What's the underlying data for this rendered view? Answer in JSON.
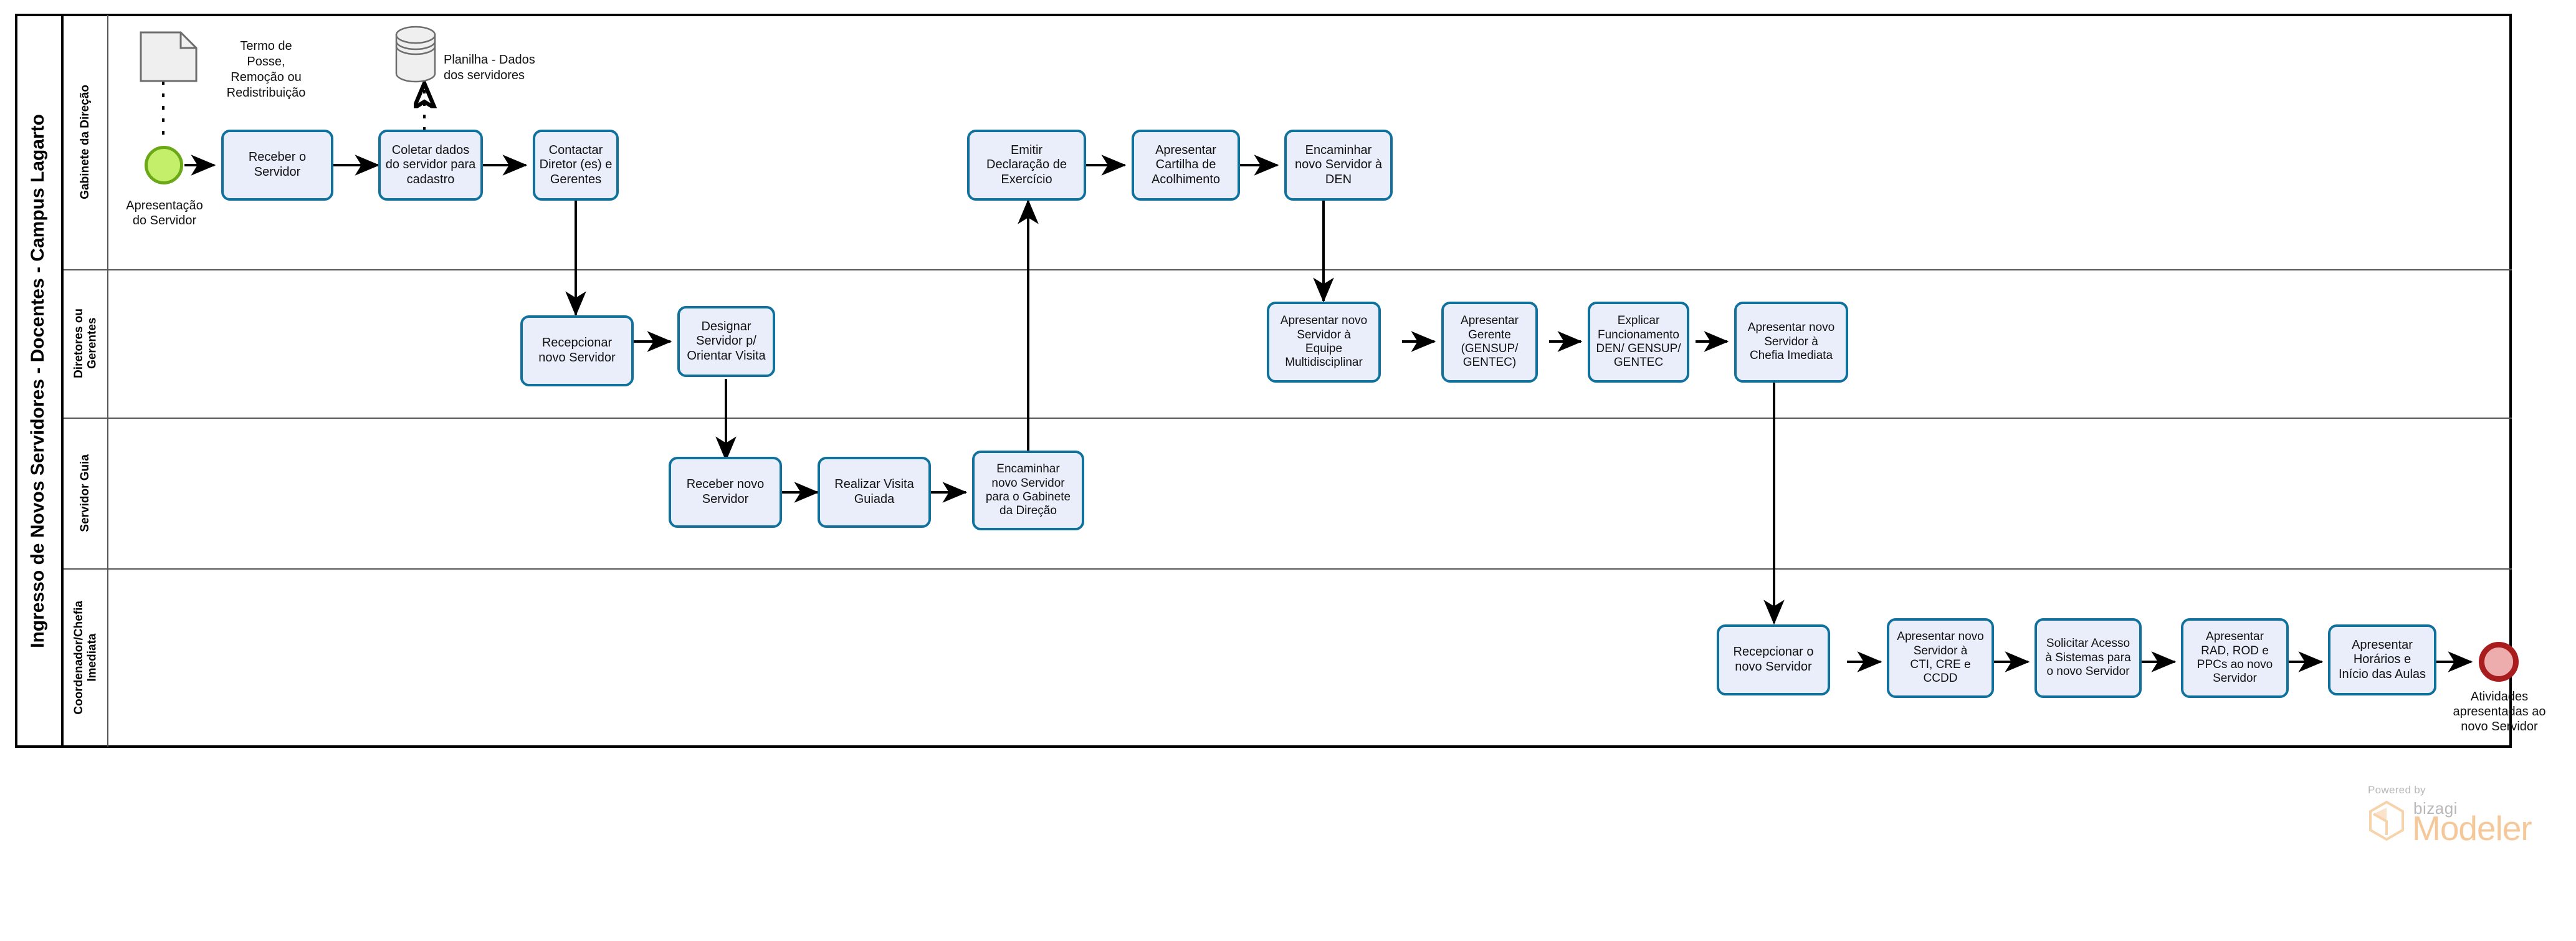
{
  "diagram": {
    "type": "bpmn-pool-lanes",
    "pool_title": "Ingresso de Novos Servidores - Docentes - Campus Lagarto",
    "colors": {
      "task_fill": "#eaeefb",
      "task_border": "#10719c",
      "start_event_fill": "#c4ef6a",
      "start_event_border": "#6aa818",
      "end_event_fill": "#eeadad",
      "end_event_border": "#a81d1d",
      "pool_border": "#000000",
      "lane_border": "#555555",
      "artifact_fill": "#efefef",
      "artifact_border": "#6d6d6d",
      "connector": "#000000"
    }
  },
  "lanes": [
    {
      "id": "lane-gabinete",
      "label": "Gabinete da Direção"
    },
    {
      "id": "lane-diretores",
      "label": "Diretores ou\nGerentes"
    },
    {
      "id": "lane-servidor-guia",
      "label": "Servidor Guia"
    },
    {
      "id": "lane-coordenador",
      "label": "Coordenador/Chefia\nImediata"
    }
  ],
  "artifacts": [
    {
      "id": "doc-termo",
      "icon": "document-icon",
      "label": "Termo de\nPosse,\nRemoção ou\nRedistribuição"
    },
    {
      "id": "ds-planilha",
      "icon": "datastore-icon",
      "label": "Planilha  - Dados\ndos servidores"
    }
  ],
  "events": [
    {
      "id": "start-apresentacao",
      "kind": "start",
      "icon": "start-event-icon",
      "label": "Apresentação\ndo Servidor"
    },
    {
      "id": "end-atividades",
      "kind": "end",
      "icon": "end-event-icon",
      "label": "Atividades\napresentadas ao\nnovo Servidor"
    }
  ],
  "tasks": {
    "t1": "Receber o\nServidor",
    "t2": "Coletar dados\ndo servidor para\ncadastro",
    "t3": "Contactar\nDiretor (es)  e\nGerentes",
    "t4": "Emitir\nDeclaração de\nExercício",
    "t5": "Apresentar\nCartilha de\nAcolhimento",
    "t6": "Encaminhar\nnovo Servidor à\nDEN",
    "t7": "Recepcionar\nnovo Servidor",
    "t8": "Designar\nServidor p/\nOrientar Visita",
    "t9": "Apresentar novo\nServidor à\nEquipe\nMultidisciplinar",
    "t10": "Apresentar\nGerente\n(GENSUP/\nGENTEC)",
    "t11": "Explicar\nFuncionamento\nDEN/ GENSUP/\nGENTEC",
    "t12": "Apresentar novo\nServidor à\nChefia Imediata",
    "t13": "Receber novo\nServidor",
    "t14": "Realizar Visita\nGuiada",
    "t15": "Encaminhar\nnovo Servidor\npara o Gabinete\nda Direção",
    "t16": "Recepcionar o\nnovo Servidor",
    "t17": "Apresentar novo\nServidor à\nCTI, CRE e\nCCDD",
    "t18": "Solicitar Acesso\nà Sistemas para\no novo Servidor",
    "t19": "Apresentar\nRAD, ROD e\nPPCs ao novo\nServidor",
    "t20": "Apresentar\nHorários e\nInício das Aulas"
  },
  "footer": {
    "powered_by": "Powered by",
    "brand_small": "bizagi",
    "brand_large": "Modeler"
  }
}
